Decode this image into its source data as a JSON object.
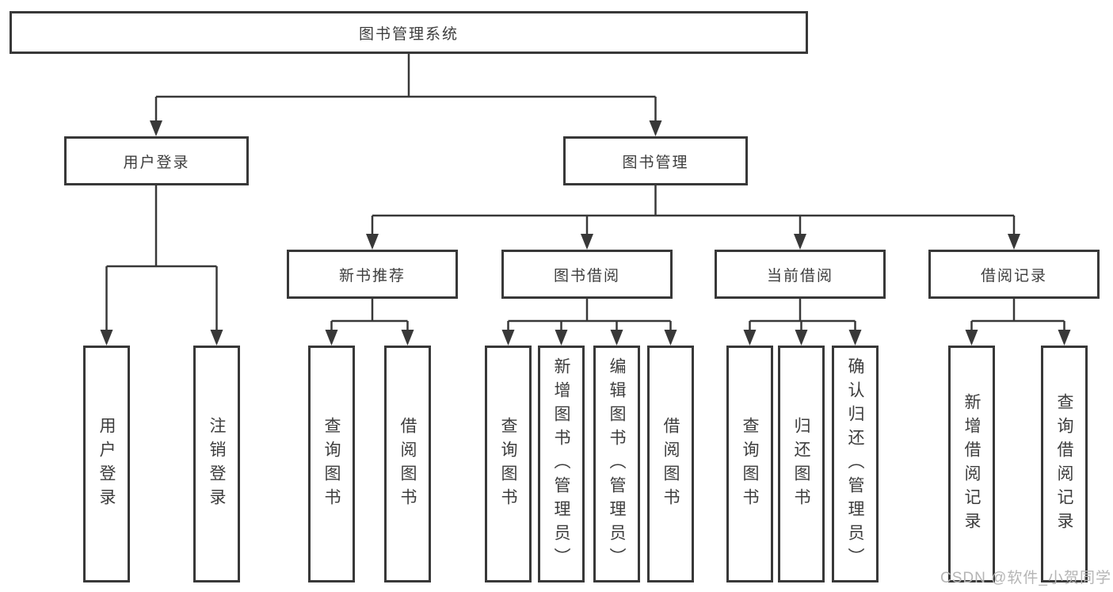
{
  "diagram": {
    "root": {
      "label": "图书管理系统"
    },
    "level2": [
      {
        "label": "用户登录"
      },
      {
        "label": "图书管理"
      }
    ],
    "level3": [
      {
        "label": "新书推荐"
      },
      {
        "label": "图书借阅"
      },
      {
        "label": "当前借阅"
      },
      {
        "label": "借阅记录"
      }
    ],
    "leaves": [
      {
        "label": "用户登录"
      },
      {
        "label": "注销登录"
      },
      {
        "label": "查询图书"
      },
      {
        "label": "借阅图书"
      },
      {
        "label": "查询图书"
      },
      {
        "label": "新增图书（管理员）"
      },
      {
        "label": "编辑图书（管理员）"
      },
      {
        "label": "借阅图书"
      },
      {
        "label": "查询图书"
      },
      {
        "label": "归还图书"
      },
      {
        "label": "确认归还（管理员）"
      },
      {
        "label": "新增借阅记录"
      },
      {
        "label": "查询借阅记录"
      }
    ],
    "colors": {
      "line": "#383838",
      "text": "#3d3d3d",
      "background": "#ffffff"
    }
  },
  "watermark": {
    "text": "CSDN @软件_小贺同学",
    "color": "#b5b5b5"
  }
}
